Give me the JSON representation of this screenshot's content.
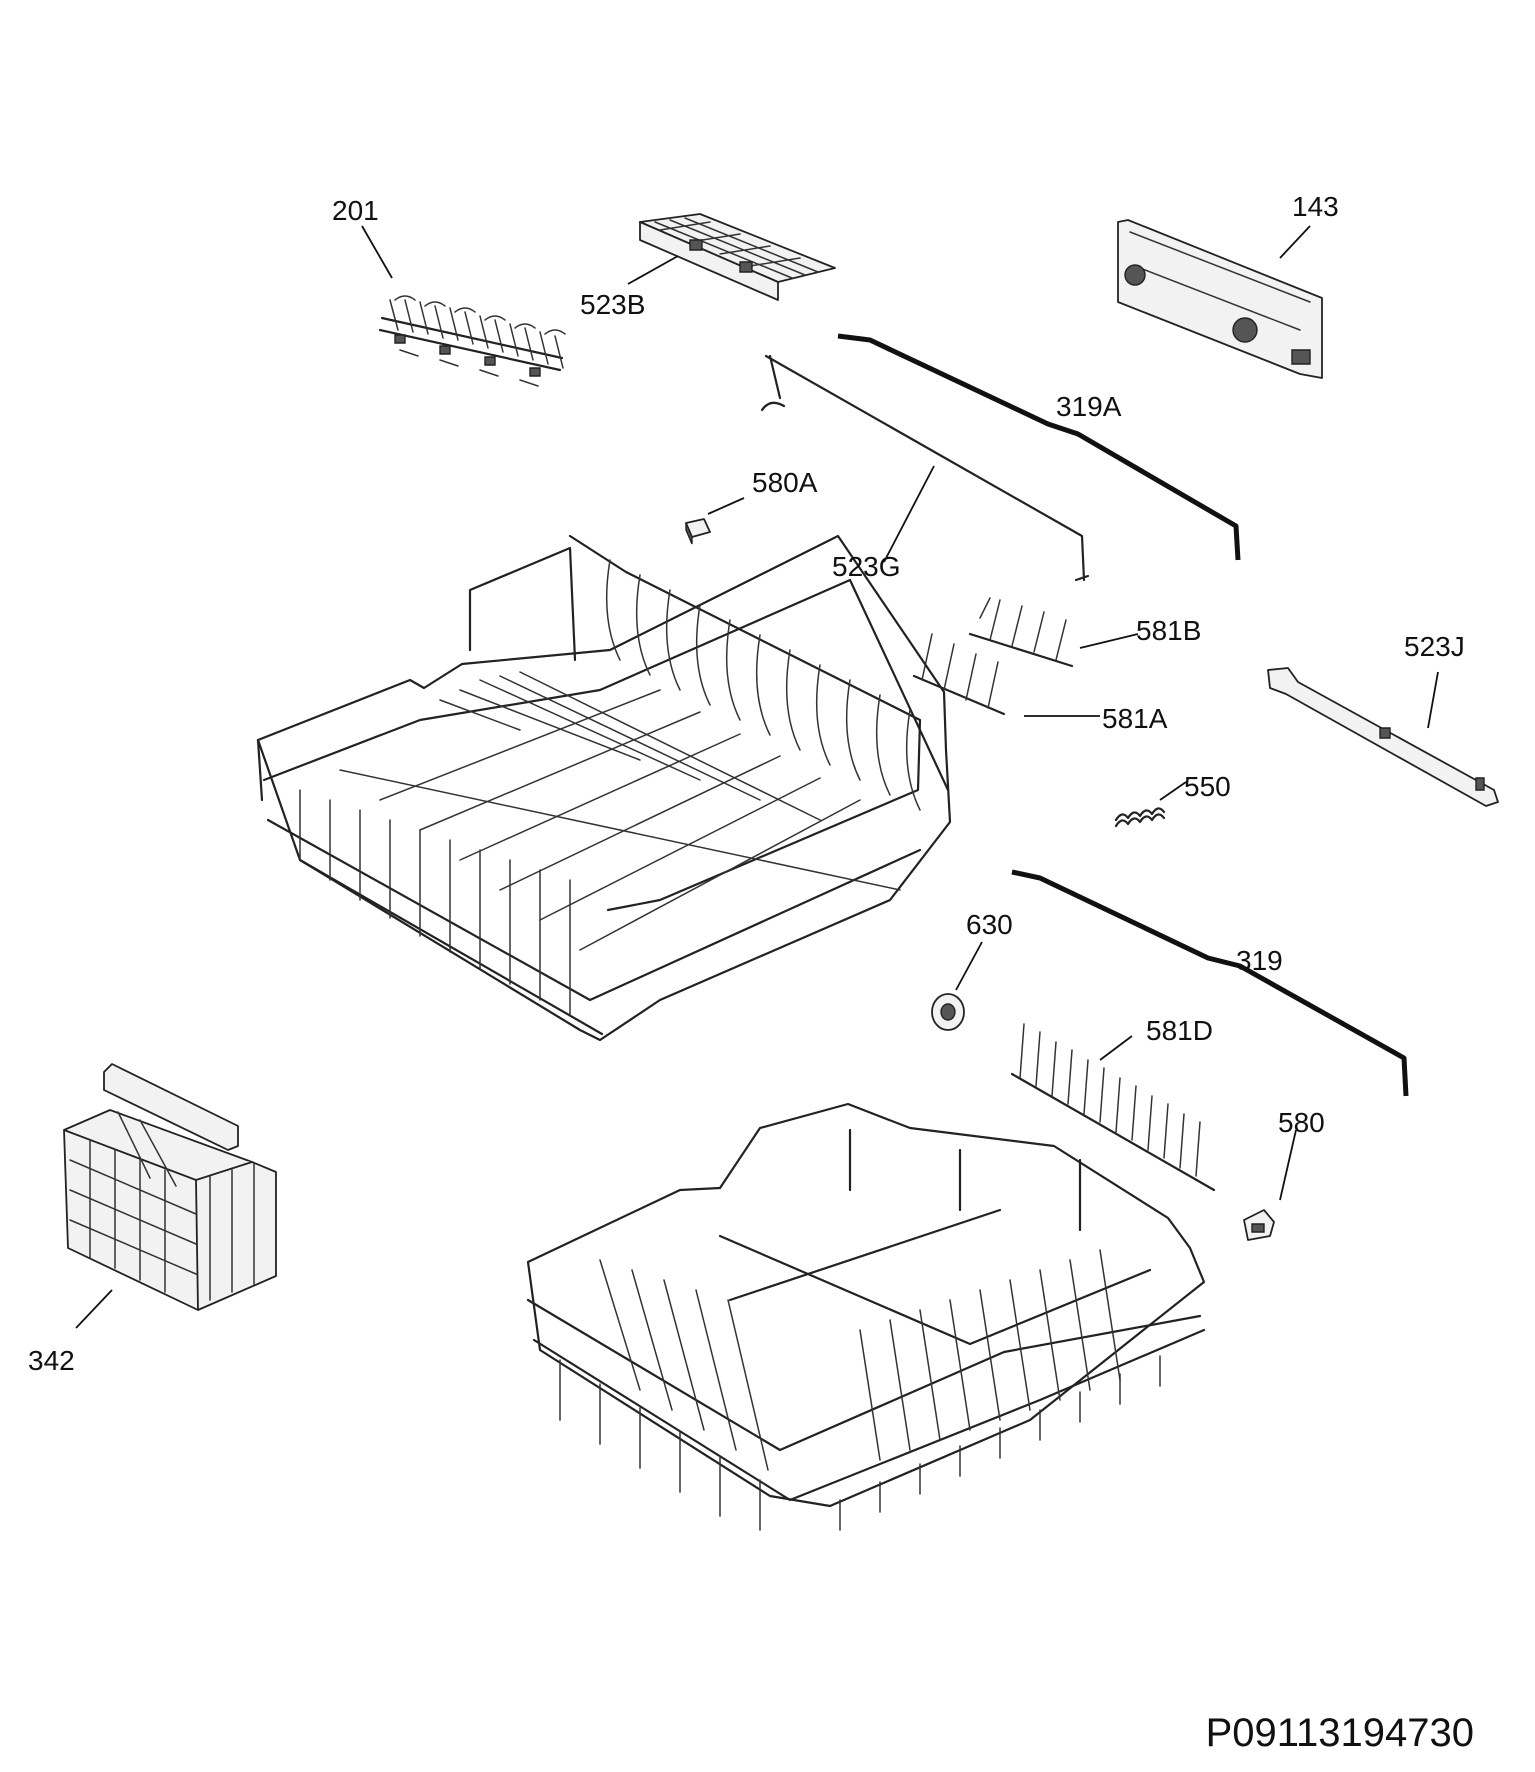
{
  "diagram": {
    "parts": [
      {
        "id": "p201",
        "label": "201"
      },
      {
        "id": "p523B",
        "label": "523B"
      },
      {
        "id": "p143",
        "label": "143"
      },
      {
        "id": "p319A",
        "label": "319A"
      },
      {
        "id": "p580A",
        "label": "580A"
      },
      {
        "id": "p523G",
        "label": "523G"
      },
      {
        "id": "p581B",
        "label": "581B"
      },
      {
        "id": "p523J",
        "label": "523J"
      },
      {
        "id": "p581A",
        "label": "581A"
      },
      {
        "id": "p550",
        "label": "550"
      },
      {
        "id": "p630",
        "label": "630"
      },
      {
        "id": "p319",
        "label": "319"
      },
      {
        "id": "p581D",
        "label": "581D"
      },
      {
        "id": "p580",
        "label": "580"
      },
      {
        "id": "p342",
        "label": "342"
      }
    ],
    "drawing_code": "P09113194730"
  },
  "colors": {
    "line": "#222222",
    "background": "#ffffff"
  }
}
